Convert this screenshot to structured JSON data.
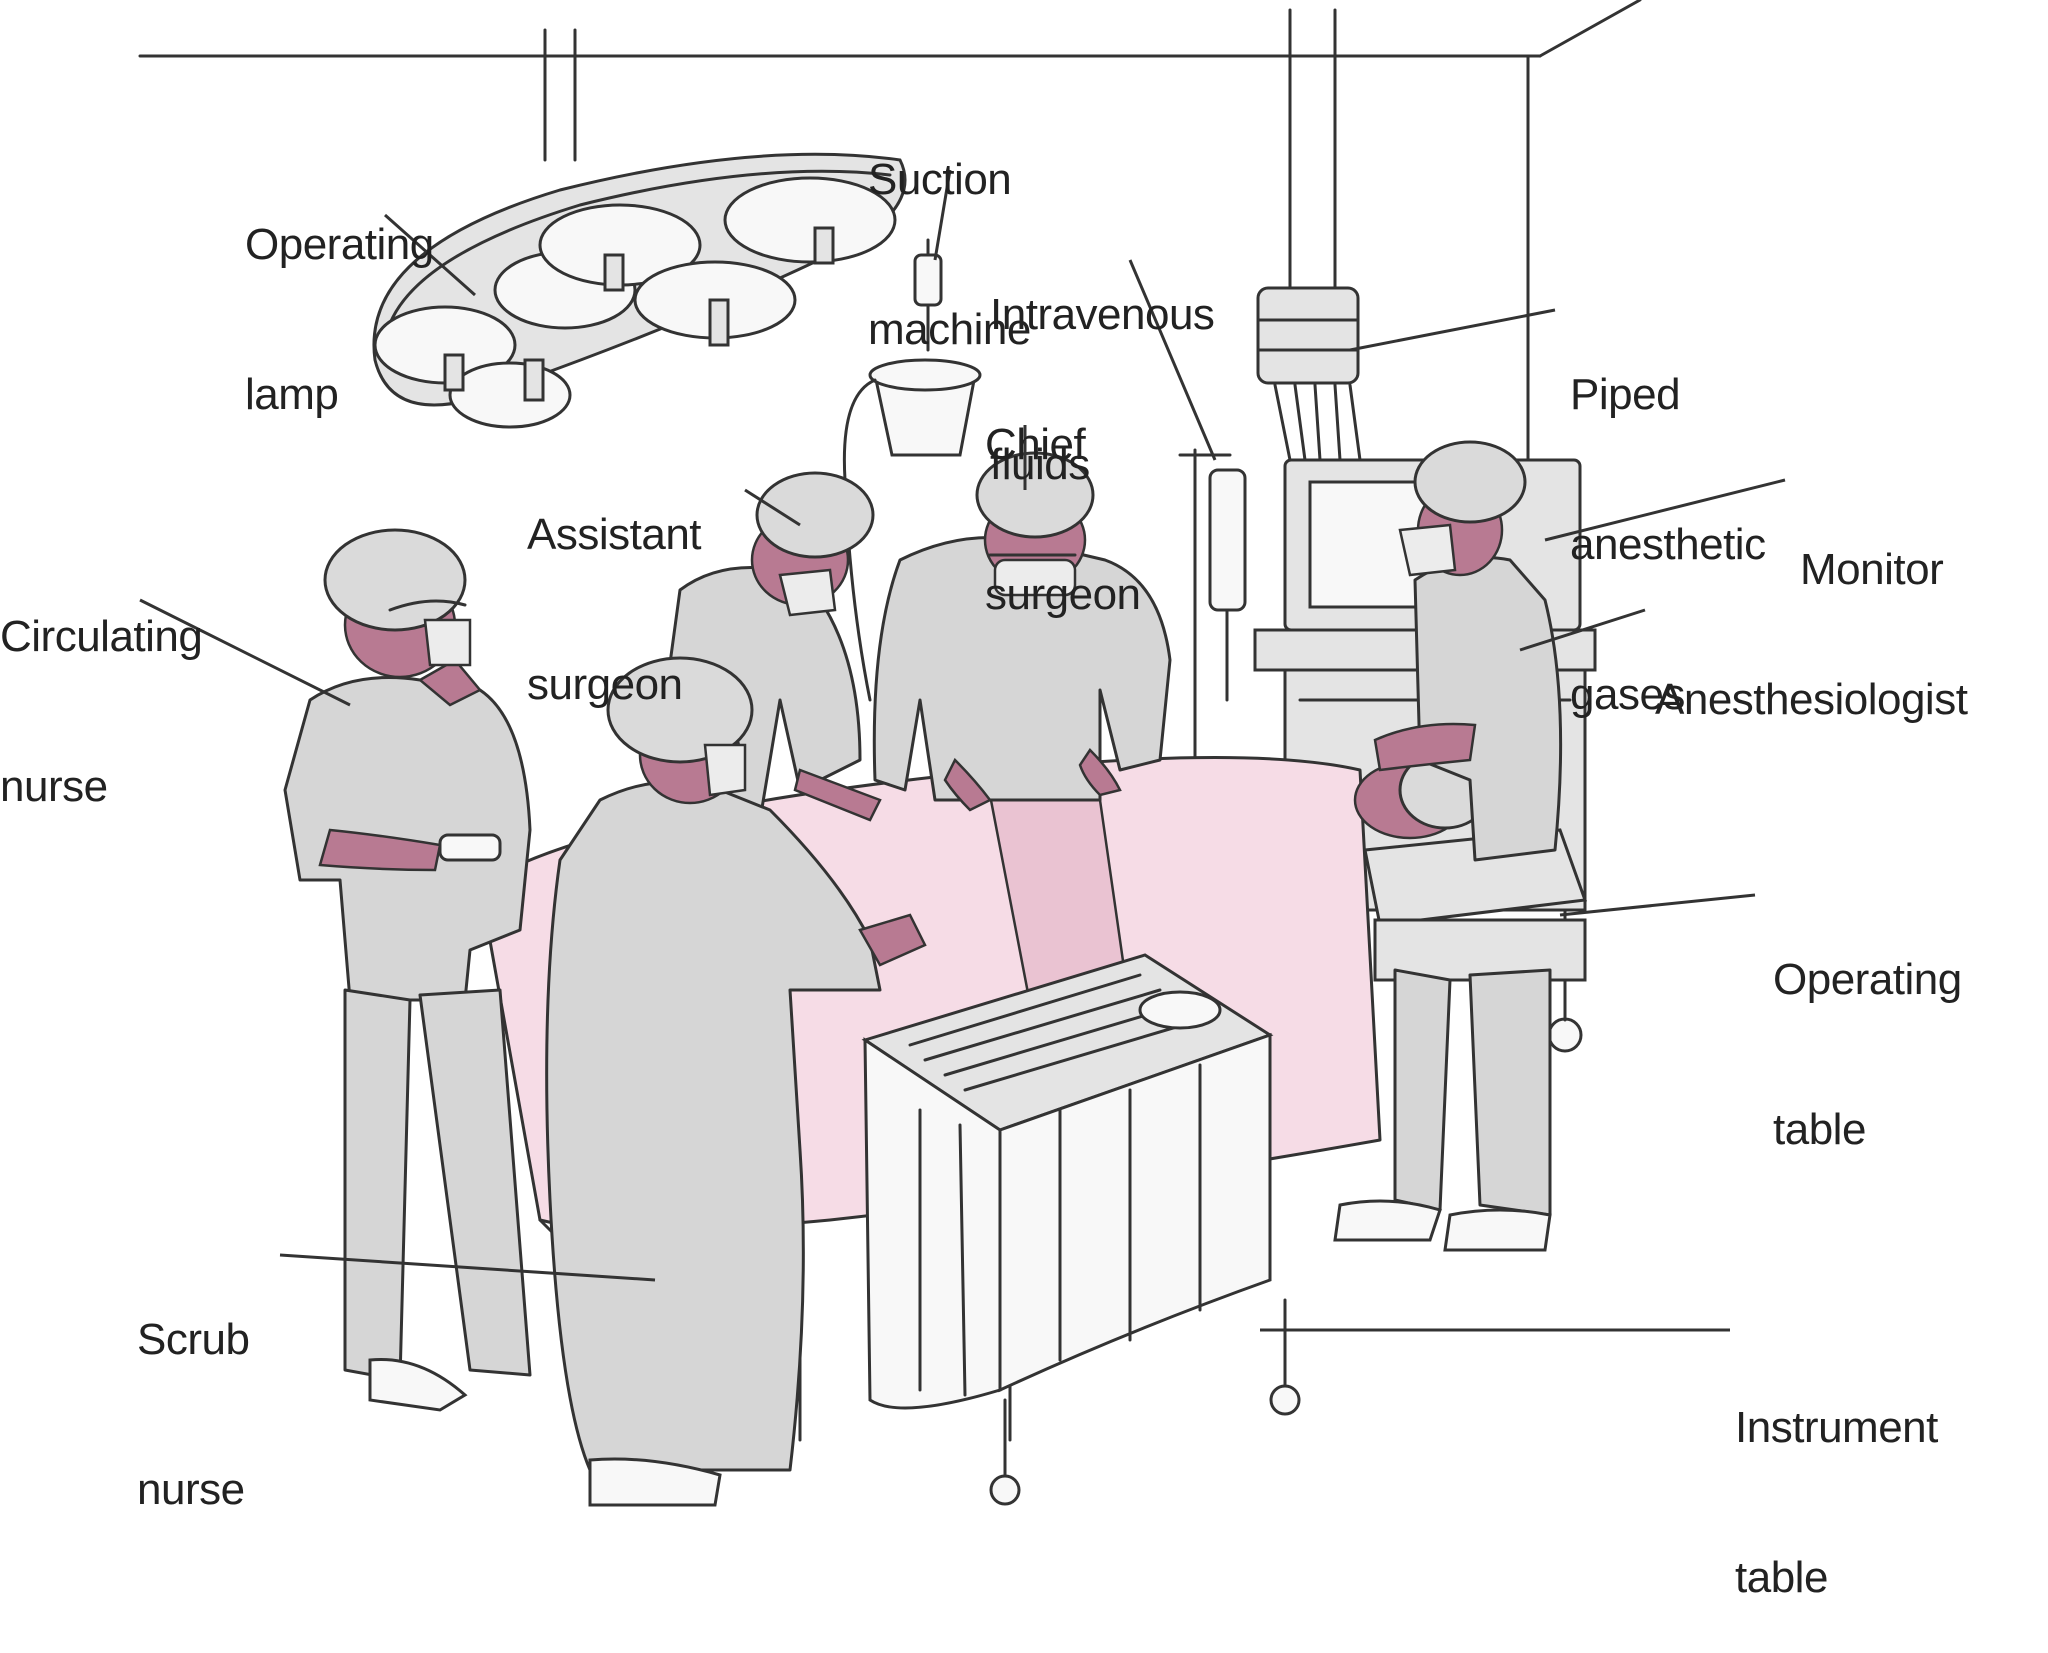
{
  "labels": {
    "operating_lamp": [
      "Operating",
      "lamp"
    ],
    "suction_machine": [
      "Suction",
      "machine"
    ],
    "intravenous_fluids": [
      "Intravenous",
      "fluids"
    ],
    "chief_surgeon": [
      "Chief",
      "surgeon"
    ],
    "piped_gases": [
      "Piped",
      "anesthetic",
      "gases"
    ],
    "assistant_surgeon": [
      "Assistant",
      "surgeon"
    ],
    "monitor": [
      "Monitor"
    ],
    "circulating_nurse": [
      "Circulating",
      "nurse"
    ],
    "anesthesiologist": [
      "Anesthesiologist"
    ],
    "operating_table": [
      "Operating",
      "table"
    ],
    "scrub_nurse": [
      "Scrub",
      "nurse"
    ],
    "instrument_table": [
      "Instrument",
      "table"
    ]
  },
  "colors": {
    "line": "#333333",
    "gown": "#d6d6d6",
    "skin": "#b87a92",
    "drape": "#f6dce6",
    "drape_shadow": "#eac3d2",
    "metal": "#e4e4e4"
  }
}
